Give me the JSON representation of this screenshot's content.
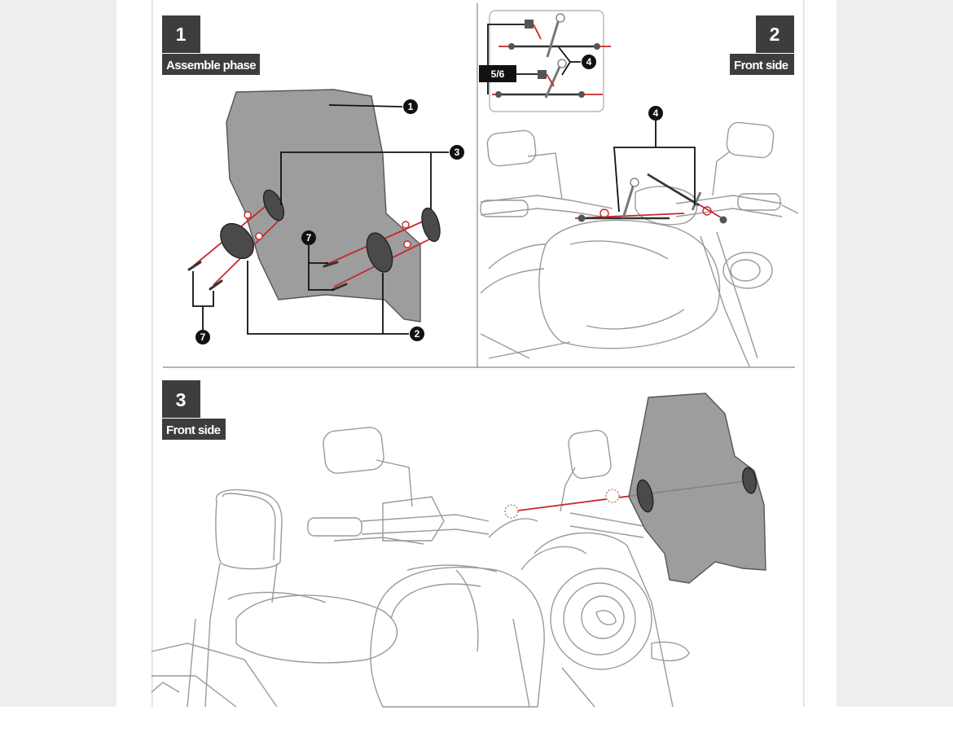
{
  "steps": [
    {
      "number": "1",
      "label": "Assemble phase"
    },
    {
      "number": "2",
      "label": "Front side"
    },
    {
      "number": "3",
      "label": "Front side"
    }
  ],
  "callouts": {
    "windshield": "1",
    "clamp_plate": "2",
    "bracket": "3",
    "mount_arm": "4",
    "hardware_set": "5/6",
    "screw": "7"
  },
  "colors": {
    "step_badge": "#3d3d3d",
    "guide_line": "#c62828",
    "windshield_tint": "#8c8c8c",
    "line_art": "#9a9a9a",
    "page_margin": "#eeeeee"
  }
}
